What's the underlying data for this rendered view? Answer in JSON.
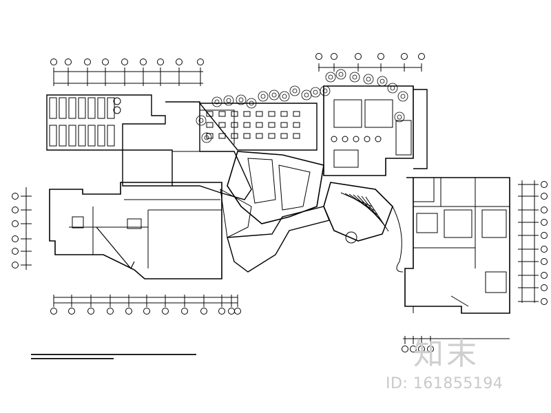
{
  "drawing": {
    "type": "architectural-floor-plan",
    "colors": {
      "ink": "#000000",
      "background": "#ffffff",
      "watermark": "#c8c8c8"
    }
  },
  "watermark": {
    "logo": "知末",
    "id_text": "ID: 161855194"
  }
}
